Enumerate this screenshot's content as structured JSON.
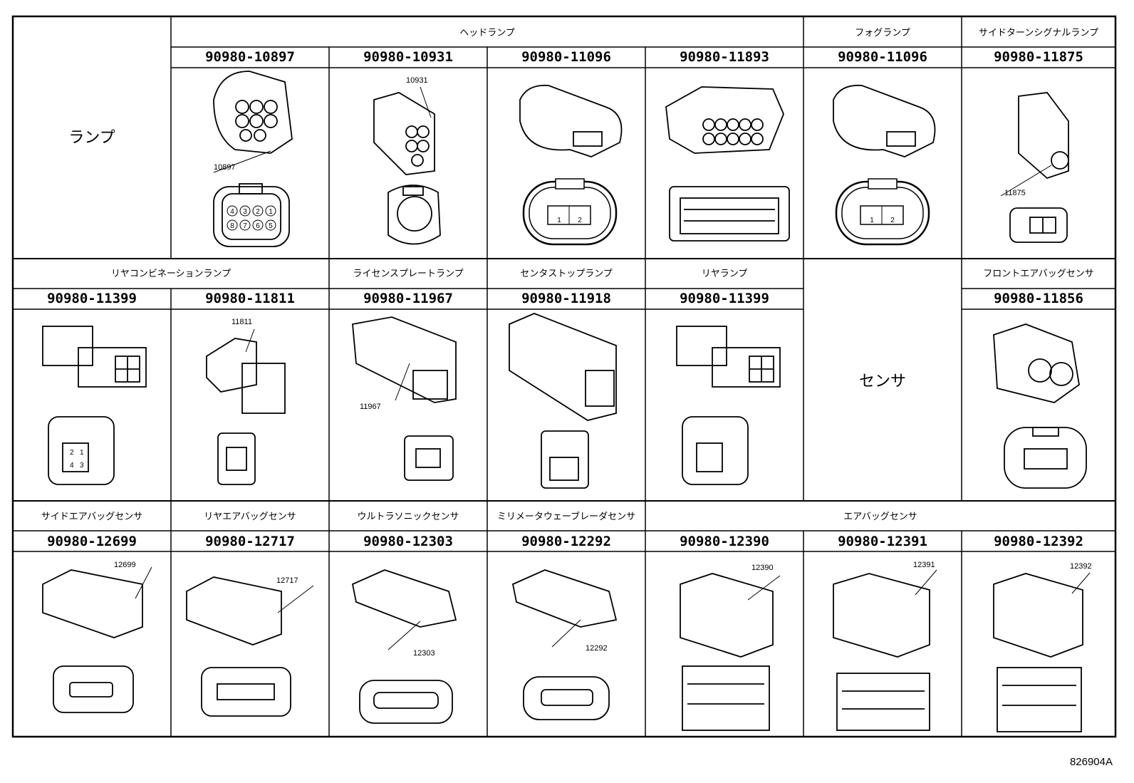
{
  "sections": {
    "lamp": "ランプ",
    "sensor": "センサ"
  },
  "row1": {
    "groups": {
      "headlamp": "ヘッドランプ",
      "fog": "フォグランプ",
      "side_turn": "サイドターンシグナルランプ"
    },
    "parts": [
      "90980-10897",
      "90980-10931",
      "90980-11096",
      "90980-11893",
      "90980-11096",
      "90980-11875"
    ],
    "callouts": [
      "10897",
      "10931",
      "11875"
    ]
  },
  "row2": {
    "groups": {
      "rear_combination": "リヤコンビネーションランプ",
      "license": "ライセンスプレートランプ",
      "center_stop": "センタストップランプ",
      "rear": "リヤランプ",
      "front_airbag": "フロントエアバッグセンサ"
    },
    "parts": [
      "90980-11399",
      "90980-11811",
      "90980-11967",
      "90980-11918",
      "90980-11399",
      "90980-11856"
    ],
    "callouts": [
      "11811",
      "11967"
    ]
  },
  "row3": {
    "groups": {
      "side_airbag": "サイドエアバッグセンサ",
      "rear_airbag": "リヤエアバッグセンサ",
      "ultrasonic": "ウルトラソニックセンサ",
      "mmwave": "ミリメータウェーブレーダセンサ",
      "airbag": "エアバッグセンサ"
    },
    "parts": [
      "90980-12699",
      "90980-12717",
      "90980-12303",
      "90980-12292",
      "90980-12390",
      "90980-12391",
      "90980-12392"
    ],
    "callouts": [
      "12699",
      "12717",
      "12303",
      "12292",
      "12390",
      "12391",
      "12392"
    ]
  },
  "figure_number": "826904A"
}
